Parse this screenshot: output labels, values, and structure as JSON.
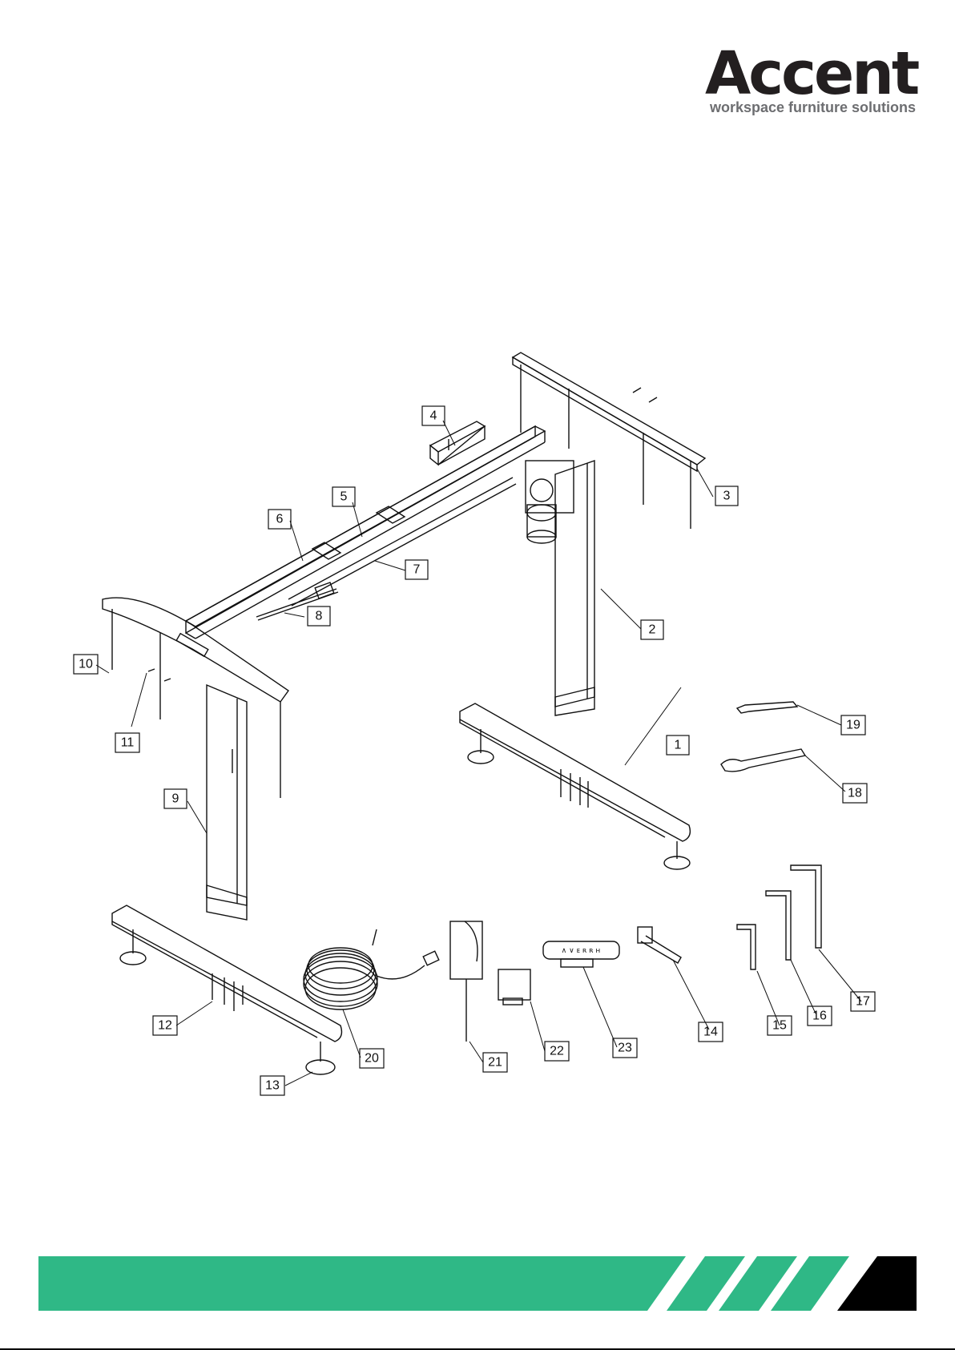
{
  "brand": {
    "name": "Accent",
    "tagline": "workspace furniture solutions",
    "accent_color": "#2fb886",
    "text_color": "#231f20",
    "tagline_color": "#6d6e71"
  },
  "diagram": {
    "parts": [
      {
        "id": "1",
        "label": "1"
      },
      {
        "id": "2",
        "label": "2"
      },
      {
        "id": "3",
        "label": "3"
      },
      {
        "id": "4",
        "label": "4"
      },
      {
        "id": "5",
        "label": "5"
      },
      {
        "id": "6",
        "label": "6"
      },
      {
        "id": "7",
        "label": "7"
      },
      {
        "id": "8",
        "label": "8"
      },
      {
        "id": "9",
        "label": "9"
      },
      {
        "id": "10",
        "label": "10"
      },
      {
        "id": "11",
        "label": "11"
      },
      {
        "id": "12",
        "label": "12"
      },
      {
        "id": "13",
        "label": "13"
      },
      {
        "id": "14",
        "label": "14"
      },
      {
        "id": "15",
        "label": "15"
      },
      {
        "id": "16",
        "label": "16"
      },
      {
        "id": "17",
        "label": "17"
      },
      {
        "id": "18",
        "label": "18"
      },
      {
        "id": "19",
        "label": "19"
      },
      {
        "id": "20",
        "label": "20"
      },
      {
        "id": "21",
        "label": "21"
      },
      {
        "id": "22",
        "label": "22"
      },
      {
        "id": "23",
        "label": "23"
      }
    ],
    "keypad_text": "∧ ∨ ᴇ ʀ ʀ ʜ"
  },
  "footer": {
    "bar_color": "#2fb886",
    "corner_color": "#000000"
  }
}
